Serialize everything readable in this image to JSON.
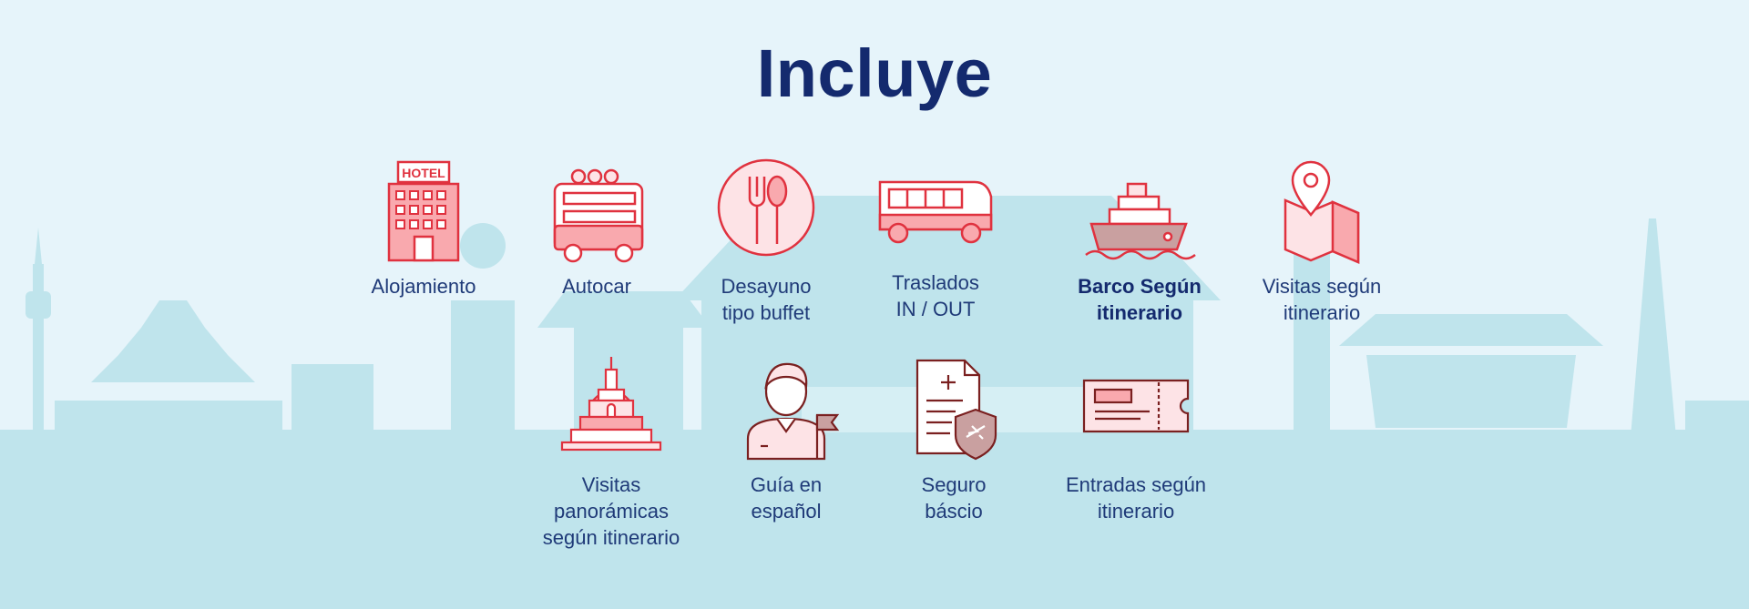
{
  "title": "Incluye",
  "colors": {
    "background": "#e6f4fa",
    "skyline": "#bfe4ec",
    "title": "#142a6e",
    "label": "#1f3a78",
    "icon_stroke": "#e0323f",
    "icon_fill": "#fde3e6"
  },
  "items": [
    {
      "icon": "hotel-icon",
      "lines": [
        "Alojamiento"
      ]
    },
    {
      "icon": "bus-icon",
      "lines": [
        "Autocar"
      ]
    },
    {
      "icon": "cutlery-icon",
      "lines": [
        "Desayuno",
        "tipo buffet"
      ]
    },
    {
      "icon": "shuttle-bus-icon",
      "lines": [
        "Traslados",
        "IN / OUT"
      ]
    },
    {
      "icon": "ship-icon",
      "lines": [
        "Barco Según",
        "itinerario"
      ],
      "bold": true
    },
    {
      "icon": "map-pin-icon",
      "lines": [
        "Visitas según",
        "itinerario"
      ]
    },
    {
      "icon": "temple-icon",
      "lines": [
        "Visitas",
        "panorámicas",
        "según itinerario"
      ]
    },
    {
      "icon": "guide-icon",
      "lines": [
        "Guía en",
        "español"
      ]
    },
    {
      "icon": "insurance-icon",
      "lines": [
        "Seguro",
        "báscio"
      ]
    },
    {
      "icon": "ticket-icon",
      "lines": [
        "Entradas según",
        "itinerario"
      ]
    }
  ],
  "hotel_sign": "HOTEL"
}
